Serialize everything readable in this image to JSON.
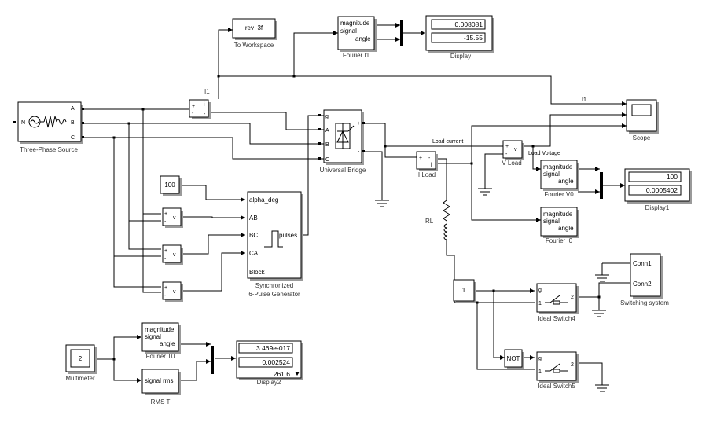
{
  "blocks": {
    "three_phase_source": {
      "caption": "Three-Phase Source",
      "ports": [
        "A",
        "B",
        "C"
      ],
      "port_n": "N"
    },
    "to_workspace": {
      "value": "rev_3f",
      "caption": "To Workspace"
    },
    "fourier_i1": {
      "lines": [
        "magnitude",
        "signal",
        "angle"
      ],
      "caption": "Fourier I1"
    },
    "display_top": {
      "values": [
        "0.008081",
        "-15.55"
      ],
      "caption": "Display"
    },
    "meas_i1": {
      "label": "I1"
    },
    "universal_bridge": {
      "ports": [
        "g",
        "A",
        "B",
        "C"
      ],
      "caption": "Universal Bridge"
    },
    "scope": {
      "caption": "Scope"
    },
    "load_current_label": "Load current",
    "load_voltage_label": "Load Voltage",
    "i1_wire_label": "I1",
    "v_load": {
      "caption": "V Load"
    },
    "i_load": {
      "caption": "I Load"
    },
    "fourier_v0": {
      "lines": [
        "magnitude",
        "signal",
        "angle"
      ],
      "caption": "Fourier V0"
    },
    "display1": {
      "values": [
        "100",
        "0.0005402"
      ],
      "caption": "Display1"
    },
    "fourier_i0": {
      "lines": [
        "magnitude",
        "signal",
        "angle"
      ],
      "caption": "Fourier I0"
    },
    "rl": {
      "caption": "RL"
    },
    "constant_100": {
      "value": "100"
    },
    "sync_gen": {
      "ports": [
        "alpha_deg",
        "AB",
        "BC",
        "CA",
        "Block"
      ],
      "out": "pulses",
      "caption_lines": [
        "Synchronized",
        "6-Pulse Generator"
      ]
    },
    "voltmeter_v": "v",
    "conn": {
      "ports": [
        "Conn1",
        "Conn2"
      ],
      "caption": "Switching system"
    },
    "constant_1": {
      "value": "1"
    },
    "ideal_switch4": {
      "caption": "Ideal Switch4",
      "ports": [
        "g",
        "1",
        "2"
      ]
    },
    "not_block": {
      "value": "NOT"
    },
    "ideal_switch5": {
      "caption": "Ideal Switch5",
      "ports": [
        "g",
        "1",
        "2"
      ]
    },
    "multimeter": {
      "value": "2",
      "caption": "Multimeter"
    },
    "fourier_t0": {
      "lines": [
        "magnitude",
        "signal",
        "angle"
      ],
      "caption": "Fourier T0"
    },
    "rms": {
      "line": "signal rms",
      "caption": "RMS T"
    },
    "display2": {
      "values": [
        "3.469e-017",
        "0.002524",
        "261.6"
      ],
      "caption": "Display2"
    }
  }
}
